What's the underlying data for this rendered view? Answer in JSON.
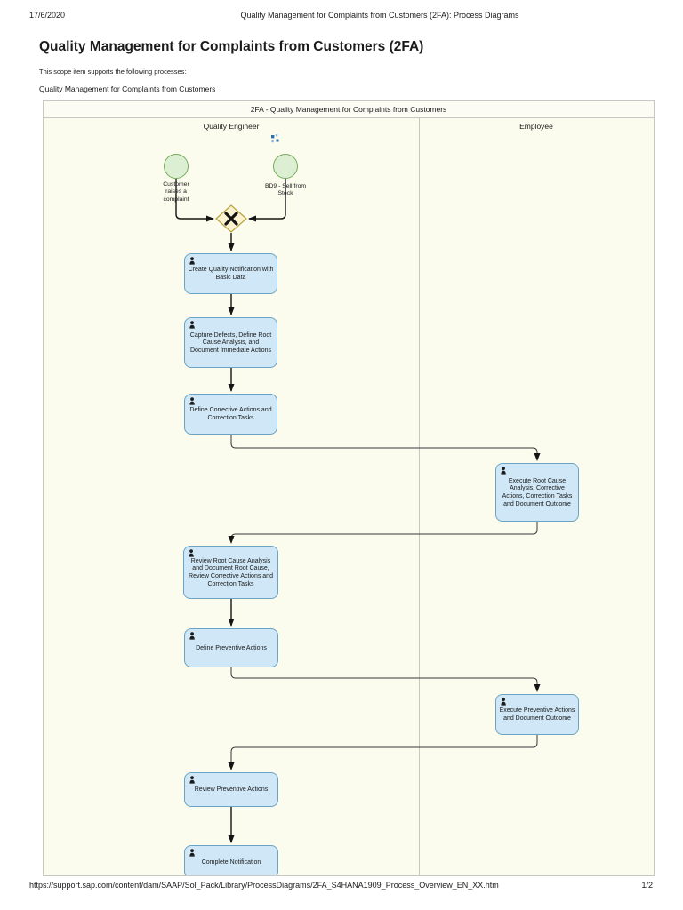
{
  "page": {
    "print_date": "17/6/2020",
    "print_title": "Quality Management for Complaints from Customers (2FA): Process Diagrams",
    "title": "Quality Management for Complaints from Customers (2FA)",
    "subtitle": "This scope item supports the following processes:",
    "process_link": "Quality Management for Complaints from Customers",
    "footer_url": "https://support.sap.com/content/dam/SAAP/Sol_Pack/Library/ProcessDiagrams/2FA_S4HANA1909_Process_Overview_EN_XX.htm",
    "footer_page": "1/2"
  },
  "diagram": {
    "pool_title": "2FA - Quality Management for Complaints from Customers",
    "lanes": [
      {
        "label": "Quality Engineer"
      },
      {
        "label": "Employee"
      }
    ],
    "start_events": [
      {
        "label": "Customer raises a complaint"
      },
      {
        "label": "BD9 - Sell from Stock",
        "icon": "linked-process-icon"
      }
    ],
    "gateway": {
      "type": "exclusive",
      "symbol": "X"
    },
    "tasks": [
      {
        "label": "Create Quality Notification with Basic Data",
        "lane": "Quality Engineer"
      },
      {
        "label": "Capture Defects, Define Root Cause Analysis, and Document Immediate Actions",
        "lane": "Quality Engineer"
      },
      {
        "label": "Define Corrective Actions and Correction Tasks",
        "lane": "Quality Engineer"
      },
      {
        "label": "Execute Root Cause Analysis, Corrective Actions, Correction Tasks and Document Outcome",
        "lane": "Employee"
      },
      {
        "label": "Review Root Cause Analysis and Document Root Cause, Review Corrective Actions and Correction Tasks",
        "lane": "Quality Engineer"
      },
      {
        "label": "Define Preventive Actions",
        "lane": "Quality Engineer"
      },
      {
        "label": "Execute Preventive Actions and Document Outcome",
        "lane": "Employee"
      },
      {
        "label": "Review Preventive Actions",
        "lane": "Quality Engineer"
      },
      {
        "label": "Complete Notification",
        "lane": "Quality Engineer"
      }
    ]
  },
  "colors": {
    "task_fill": "#CFE7F6",
    "task_border": "#6BA3C5",
    "event_fill": "#DCEFD3",
    "event_border": "#74AE5A",
    "gateway_fill": "#FBF3CF",
    "gateway_border": "#B5A23B",
    "lane_bg": "#FBFBEE",
    "pool_bg": "#FCFCF4",
    "frame_border": "#C8C8C3",
    "flow": "#1A1A1A",
    "link_icon": "#2F6FA8"
  }
}
